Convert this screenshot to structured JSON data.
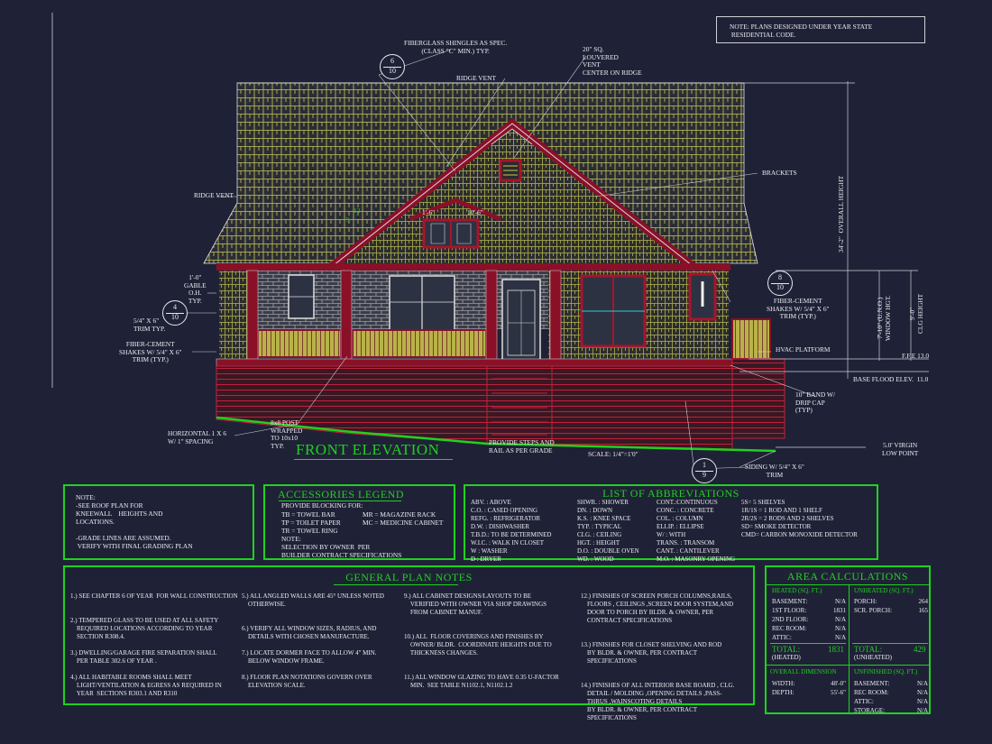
{
  "top_note": "NOTE: PLANS DESIGNED UNDER YEAR STATE\n RESIDENTIAL CODE.",
  "drawing_title": "FRONT ELEVATION",
  "scale": "SCALE: 1/4\"=1'0\"",
  "callouts": {
    "fiberglass": "FIBERGLASS SHINGLES AS SPEC.\n(CLASS \"C\" MIN.) TYP.",
    "louvered": "20\" SQ.\nLOUVERED\nVENT\nCENTER ON RIDGE",
    "ridge_vent_1": "RIDGE VENT",
    "ridge_vent_2": "RIDGE VENT",
    "brackets": "BRACKETS",
    "gable_oh": "1'-0\"\nGABLE\nO.H.\nTYP.",
    "trim_typ": "5/4\" X 6\"\nTRIM TYP.",
    "fiber_left": "FIBER-CEMENT\nSHAKES W/ 5/4\" X 6\"\nTRIM (TYP.)",
    "fiber_right": "FIBER-CEMENT\nSHAKES W/ 5/4\" X 6\"\nTRIM (TYP.)",
    "hvac": "HVAC PLATFORM",
    "ffe": "F.F.E 13.0",
    "base_flood": "BASE FLOOD ELEV.  11.0",
    "band": "10\" BAND W/\nDRIP CAP\n(TYP)",
    "virgin": "5.0' VIRGIN\nLOW POINT",
    "siding": "SIDING W/ 5/4\" X 6\"\nTRIM",
    "horizontal": "HORIZONTAL 1 X 6\nW/ 1\" SPACING",
    "post": "8x8 POST\nWRAPPED\nTO 10x10\nTYP.",
    "steps": "PROVIDE STEPS AND\nRAIL AS PER GRADE",
    "overall_height": "OVERALL HEIGHT",
    "overall_height_val": "34'-2\"",
    "window_hgt": "7'-10\" (U.N.O.)\nWINDOW HGT.",
    "clg_height": "9'-0\"\nCLG HEIGHT",
    "pitch_12": "12",
    "pitch_9": "9",
    "dim_1": "1'-6\"",
    "dim_2": "10'-6\""
  },
  "bubbles": {
    "b1": {
      "top": "6",
      "bottom": "10"
    },
    "b2": {
      "top": "4",
      "bottom": "10"
    },
    "b3": {
      "top": "8",
      "bottom": "10"
    },
    "b4": {
      "top": "1",
      "bottom": "9"
    }
  },
  "note_box": {
    "text": "NOTE:\n-SEE ROOF PLAN FOR\nKNEEWALL    HEIGHTS AND\nLOCATIONS.\n\n-GRADE LINES ARE ASSUMED.\n VERIFY WITH FINAL GRADING PLAN"
  },
  "accessories": {
    "title": "ACCESSORIES LEGEND",
    "intro": "PROVIDE BLOCKING FOR:",
    "left": "TB = TOWEL BAR\nTP = TOILET PAPER\nTR = TOWEL RING\nNOTE:\nSELECTION BY OWNER  PER\nBUILDER CONTRACT SPECIFICATIONS",
    "right": "MR = MAGAZINE RACK\nMC = MEDICINE CABINET"
  },
  "abbreviations": {
    "title": "LIST OF ABBREVIATIONS",
    "col1": "ABV. : ABOVE\nC.O. : CASED OPENING\nREFG. : REFRIGERATOR\nD.W. : DISHWASHER\nT.B.D.: TO BE DETERMINED\nW.I.C. : WALK IN CLOSET\nW : WASHER\nD : DRYER",
    "col2": "SHWR. : SHOWER\nDN. : DOWN\nK.S. : KNEE SPACE\nTYP. : TYPICAL\nCLG. : CEILING\nHGT. : HEIGHT\nD.O. : DOUBLE OVEN\nWD. : WOOD",
    "col3": "CONT.:CONTINUOUS\nCONC. : CONCRETE\nCOL. : COLUMN\nELLIP. : ELLIPSE\nW/ : WITH\nTRANS. : TRANSOM\nCANT. : CANTILEVER\nM.O. : MASONRY OPENING",
    "col4": "5S= 5 SHELVES\n1R/1S = 1 ROD AND 1 SHELF\n2R/2S = 2 RODS AND 2 SHELVES\nSD= SMOKE DETECTOR\nCMD= CARBON MONOXIDE DETECTOR"
  },
  "general_notes": {
    "title": "GENERAL PLAN NOTES",
    "col1": "1.) SEE CHAPTER 6 OF YEAR  FOR WALL CONSTRUCTION\n\n\n2.) TEMPERED GLASS TO BE USED AT ALL SAFETY\n    REQUIRED LOCATIONS ACCORDING TO YEAR\n    SECTION R308.4.\n\n3.) DWELLING/GARAGE FIRE SEPARATION SHALL\n    PER TABLE 302.6 OF YEAR .\n\n4.) ALL HABITABLE ROOMS SHALL MEET\n    LIGHT/VENTILATION & EGRESS AS REQUIRED IN\n    YEAR  SECTIONS R303.1 AND R310",
    "col2": "5.) ALL ANGLED WALLS ARE 45° UNLESS NOTED\n    OTHERWISE.\n\n\n6.) VERIFY ALL WINDOW SIZES, RADIUS, AND\n    DETAILS WITH CHOSEN MANUFACTURE.\n\n7.) LOCATE DORMER FACE TO ALLOW 4\" MIN.\n    BELOW WINDOW FRAME.\n\n8.) FLOOR PLAN NOTATIONS GOVERN OVER\n    ELEVATION SCALE.",
    "col3": "9.) ALL CABINET DESIGNS/LAYOUTS TO BE\n    VERIFIED WITH OWNER VIA SHOP DRAWINGS\n    FROM CABINET MANUF.\n\n\n10.) ALL  FLOOR COVERINGS AND FINISHES BY\n    OWNER/ BLDR.  COORDINATE HEIGHTS DUE TO\n    THICKNESS CHANGES.\n\n\n11.) ALL WINDOW GLAZING TO HAVE 0.35 U-FACTOR\n    MIN.  SEE TABLE N1102.1, N1102.1.2",
    "col4": "12.) FINISHES OF SCREEN PORCH COLUMNS,RAILS,\n    FLOORS , CEILINGS ,SCREEN DOOR SYSTEM,AND\n    DOOR TO PORCH BY BLDR. & OWNER, PER\n    CONTRACT SPECIFICATIONS\n\n\n13.) FINISHES FOR CLOSET SHELVING AND ROD\n    BY BLDR. & OWNER, PER CONTRACT\n    SPECIFICATIONS\n\n\n14.) FINISHES OF ALL INTERIOR BASE BOARD , CLG.\n    DETAIL / MOLDING ,OPENING DETAILS ,PASS-\n    THRUS ,WAINSCOTING DETAILS\n    BY BLDR. & OWNER, PER CONTRACT\n    SPECIFICATIONS"
  },
  "area": {
    "title": "AREA CALCULATIONS",
    "heated_title": "HEATED (SQ. FT.)",
    "unheated_title": "UNHEATED (SQ. FT.)",
    "heated": [
      {
        "label": "BASEMENT:",
        "value": "N/A"
      },
      {
        "label": "1ST FLOOR:",
        "value": "1831"
      },
      {
        "label": "2ND FLOOR:",
        "value": "N/A"
      },
      {
        "label": "REC ROOM:",
        "value": "N/A"
      },
      {
        "label": "ATTIC:",
        "value": "N/A"
      }
    ],
    "unheated": [
      {
        "label": "PORCH:",
        "value": "264"
      },
      {
        "label": "SCR. PORCH:",
        "value": "165"
      }
    ],
    "total_heated_label": "TOTAL:",
    "total_heated_value": "1831",
    "total_heated_sub": "(HEATED)",
    "total_unheated_label": "TOTAL:",
    "total_unheated_value": "429",
    "total_unheated_sub": "(UNHEATED)",
    "dim_title": "OVERALL DIMENSION",
    "unfinished_title": "UNFINISHED (SQ. FT.)",
    "dims": [
      {
        "label": "WIDTH:",
        "value": "48'-0\""
      },
      {
        "label": "DEPTH:",
        "value": "55'-6\""
      }
    ],
    "unfinished": [
      {
        "label": "BASEMENT:",
        "value": "N/A"
      },
      {
        "label": "REC ROOM:",
        "value": "N/A"
      },
      {
        "label": "ATTIC:",
        "value": "N/A"
      },
      {
        "label": "STORAGE:",
        "value": "N/A"
      }
    ]
  },
  "colors": {
    "background": "#1f2236",
    "accent_green": "#1fd21f",
    "shingle_yellow": "#c8c858",
    "trim_red": "#a8142c",
    "foundation_red": "#c2203c"
  }
}
